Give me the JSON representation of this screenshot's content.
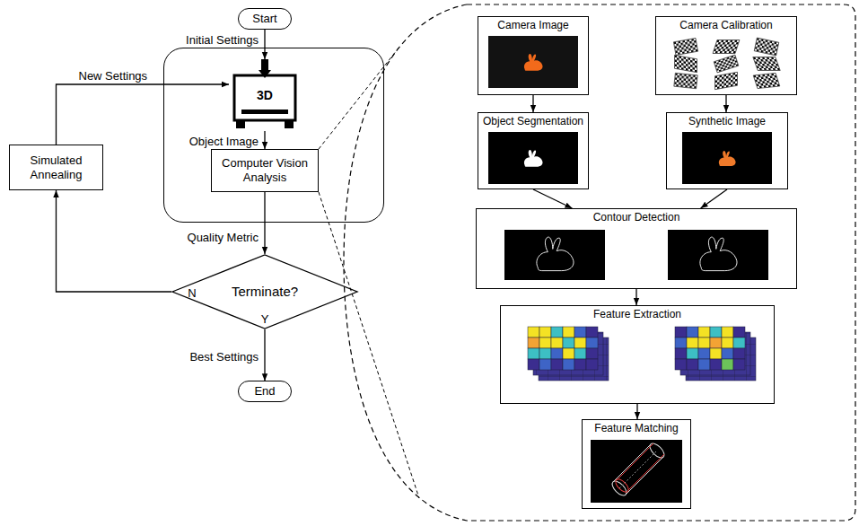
{
  "diagram": {
    "nodes": [
      {
        "text": [
          "Start"
        ]
      },
      {
        "text": []
      },
      {
        "text": [
          "3D"
        ],
        "in": 1
      },
      {
        "text": [
          "Computer Vision Analysis"
        ],
        "in": 1
      },
      {
        "text": [
          "Terminate?"
        ]
      },
      {
        "text": [
          "End"
        ]
      },
      {
        "text": [
          "Simulated Annealing"
        ]
      },
      {
        "text": [
          "Camera Image"
        ]
      },
      {
        "text": [
          "Camera Calibration"
        ]
      },
      {
        "text": [
          "Object Segmentation"
        ]
      },
      {
        "text": [
          "Synthetic Image"
        ]
      },
      {
        "text": [
          "Contour Detection"
        ]
      },
      {
        "text": [
          "Feature Extraction"
        ]
      },
      {
        "text": [
          "Feature Matching"
        ]
      }
    ],
    "edges": [
      {
        "from": 0,
        "to": 2,
        "arrow": "to",
        "label": "Initial Settings"
      },
      {
        "from": 2,
        "to": 3,
        "arrow": "to",
        "label": "Object Image"
      },
      {
        "from": 3,
        "to": 4,
        "arrow": "to",
        "label": "Quality Metric"
      },
      {
        "from": 4,
        "to": 5,
        "arrow": "to",
        "label": "Best Settings"
      },
      {
        "from": 4,
        "to": 6,
        "arrow": "to"
      },
      {
        "from": 6,
        "to": 2,
        "arrow": "to",
        "label": "New Settings"
      },
      {
        "from": 7,
        "to": 9,
        "arrow": "to"
      },
      {
        "from": 8,
        "to": 10,
        "arrow": "to"
      },
      {
        "from": 9,
        "to": 11,
        "arrow": "to"
      },
      {
        "from": 10,
        "to": 11,
        "arrow": "to"
      },
      {
        "from": 11,
        "to": 12,
        "arrow": "to"
      },
      {
        "from": 12,
        "to": 13,
        "arrow": "to"
      }
    ],
    "labels": [
      "N",
      "Y"
    ]
  }
}
